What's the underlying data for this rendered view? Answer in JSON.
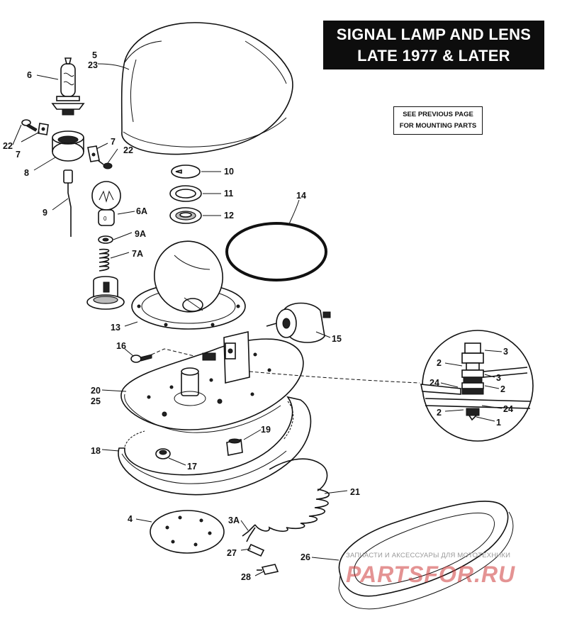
{
  "title": {
    "line1": "SIGNAL LAMP AND LENS",
    "line2": "LATE 1977 & LATER"
  },
  "note": {
    "line1": "SEE PREVIOUS PAGE",
    "line2": "FOR MOUNTING PARTS"
  },
  "labels": {
    "l5": "5",
    "l23": "23",
    "l6": "6",
    "l22a": "22",
    "l7a": "7",
    "l7b": "7",
    "l22b": "22",
    "l8": "8",
    "l9": "9",
    "l6A": "6A",
    "l9A": "9A",
    "l7A": "7A",
    "l10": "10",
    "l11": "11",
    "l12": "12",
    "l14": "14",
    "l13": "13",
    "l15": "15",
    "l16": "16",
    "l20": "20",
    "l25": "25",
    "l19": "19",
    "l18": "18",
    "l17": "17",
    "l21": "21",
    "l4": "4",
    "l3A": "3A",
    "l27": "27",
    "l28": "28",
    "l26": "26",
    "d2a": "2",
    "d3a": "3",
    "d3b": "3",
    "d24a": "24",
    "d2b": "2",
    "d2c": "2",
    "d24b": "24",
    "d1": "1"
  },
  "watermark": {
    "caption": "ЗАПЧАСТИ И АКСЕССУАРЫ ДЛЯ МОТОТЕХНИКИ",
    "logo": "PARTSFOR.RU"
  }
}
